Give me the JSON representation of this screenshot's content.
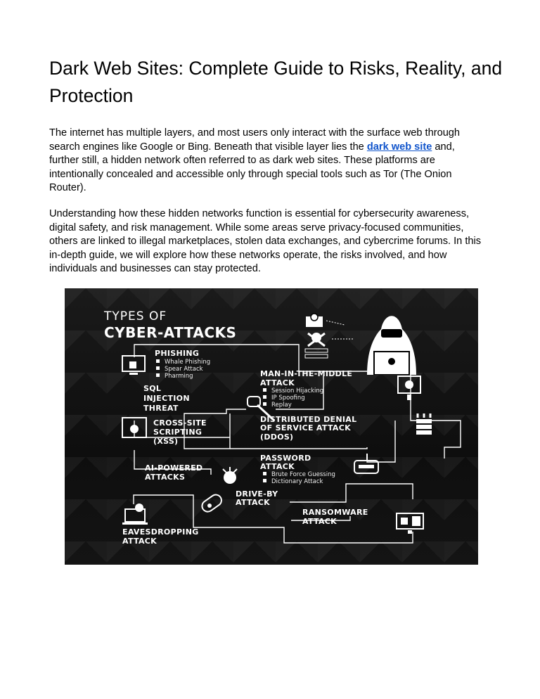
{
  "article": {
    "title": "Dark Web Sites: Complete Guide to Risks, Reality, and Protection",
    "paragraph1": {
      "line1": "The internet has multiple layers, and most users only interact with the surface web through",
      "line2_before": "search engines like Google or Bing. Beneath that visible layer lies the ",
      "line2_link": "dark web site",
      "line2_after": " and,",
      "line3": "further still, a hidden network often referred to as dark web sites. These platforms are",
      "line4": "intentionally concealed and accessible only through special tools such as Tor (The Onion",
      "line5": "Router)."
    },
    "paragraph2": {
      "line1": "Understanding how these hidden networks function is essential for cybersecurity awareness,",
      "line2": "digital safety, and risk management. While some areas serve privacy-focused communities,",
      "line3": "others are linked to illegal marketplaces, stolen data exchanges, and cybercrime forums. In this",
      "line4": "in-depth guide, we will explore how these networks operate, the risks involved, and how",
      "line5": "individuals and businesses can stay protected."
    }
  },
  "infographic": {
    "title_line1": "TYPES OF",
    "title_line2": "CYBER-ATTACKS",
    "phishing": {
      "title": "PHISHING",
      "items": [
        "Whale Phishing",
        "Spear Attack",
        "Pharming"
      ]
    },
    "sql": {
      "line1": "SQL",
      "line2": "INJECTION",
      "line3": "THREAT"
    },
    "mitm": {
      "line1": "MAN-IN-THE-MIDDLE",
      "line2": "ATTACK",
      "items": [
        "Session Hijacking",
        "IP Spoofing",
        "Replay"
      ]
    },
    "xss": {
      "line1": "CROSS-SITE",
      "line2": "SCRIPTING",
      "line3": "(XSS)"
    },
    "ddos": {
      "line1": "DISTRIBUTED DENIAL",
      "line2": "OF SERVICE ATTACK",
      "line3": "(DDOS)"
    },
    "password": {
      "line1": "PASSWORD",
      "line2": "ATTACK",
      "items": [
        "Brute Force Guessing",
        "Dictionary Attack"
      ]
    },
    "ai": {
      "line1": "AI-POWERED",
      "line2": "ATTACKS"
    },
    "driveby": {
      "line1": "DRIVE-BY",
      "line2": "ATTACK"
    },
    "ransomware": {
      "line1": "RANSOMWARE",
      "line2": "ATTACK"
    },
    "eavesdropping": {
      "line1": "EAVESDROPPING",
      "line2": "ATTACK"
    }
  },
  "colors": {
    "link": "#1155cc",
    "infographic_bg": "#111111",
    "infographic_fg": "#ffffff"
  }
}
